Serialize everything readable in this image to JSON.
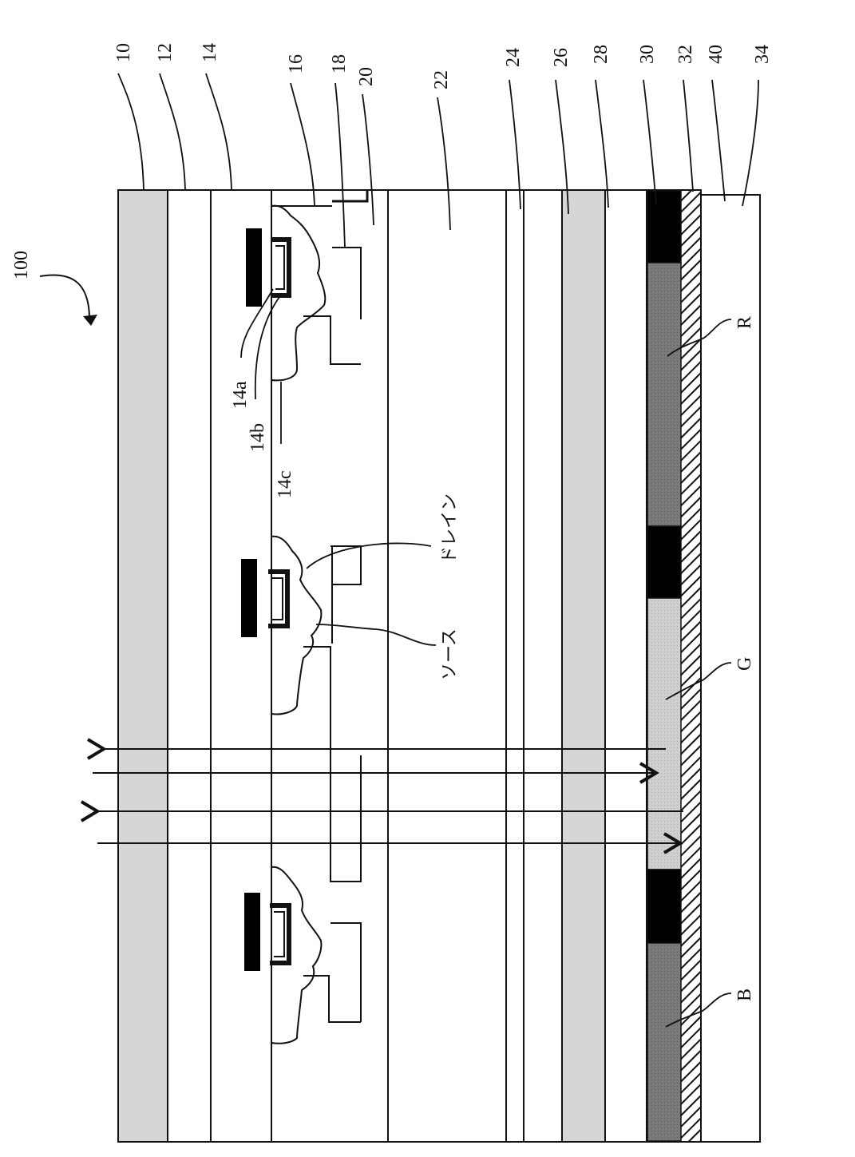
{
  "figure": {
    "figure_number": "100",
    "layer_labels": [
      "10",
      "12",
      "14",
      "16",
      "18",
      "20",
      "22",
      "24",
      "26",
      "28",
      "30",
      "32",
      "40",
      "34"
    ],
    "tft_labels": {
      "gate_metal": "14a",
      "gate_insulator": "14b",
      "semiconductor": "14c",
      "drain": "ドレイン",
      "source": "ソース"
    },
    "color_filter_labels": [
      "R",
      "G",
      "B"
    ],
    "colors": {
      "glass_layer": "#d6d6d6",
      "black_matrix": "#000000",
      "red_filter": "#6f6f6f",
      "green_filter": "#c9c9c9",
      "blue_filter": "#737373",
      "line": "#111111"
    }
  }
}
